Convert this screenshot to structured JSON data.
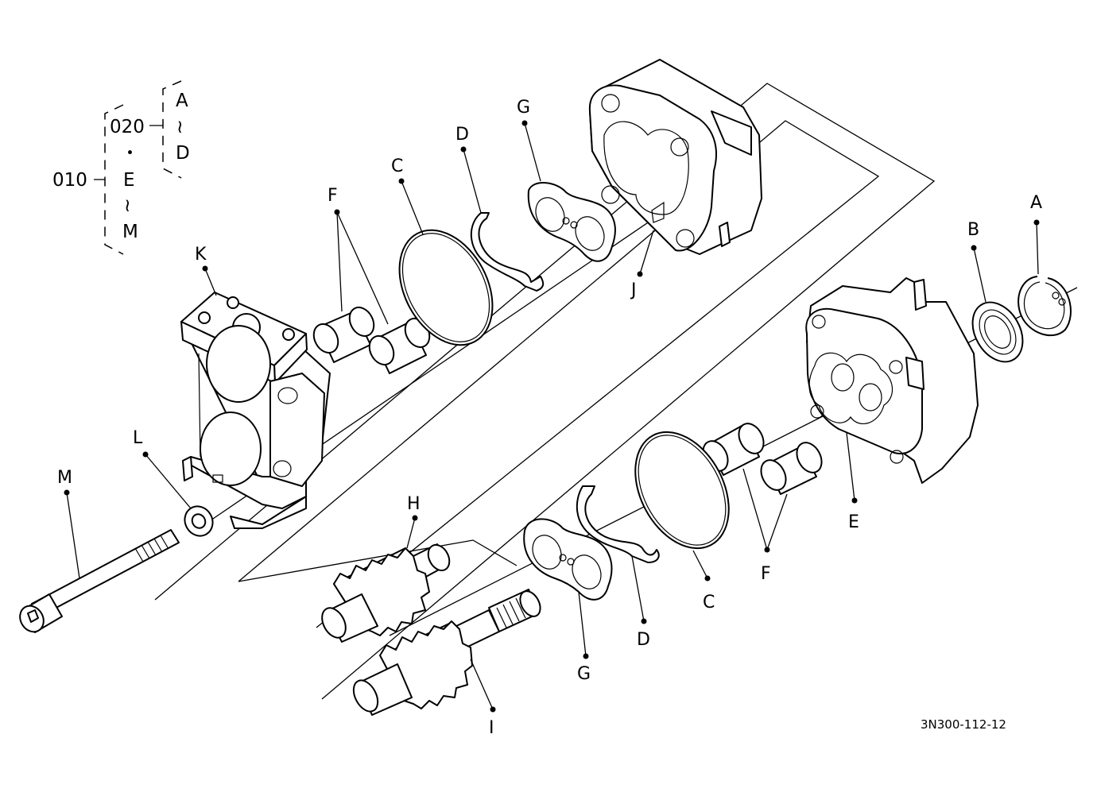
{
  "hierarchy": {
    "root": "010",
    "sub": "020",
    "dot": "・",
    "sub_range": [
      "A",
      "≀",
      "D"
    ],
    "root_range": [
      "E",
      "≀",
      "M"
    ]
  },
  "labels": {
    "A": "A",
    "B": "B",
    "C": "C",
    "D": "D",
    "E": "E",
    "F": "F",
    "G": "G",
    "H": "H",
    "I": "I",
    "J": "J",
    "K": "K",
    "L": "L",
    "M": "M"
  },
  "drawing_code": "3N300-112-12"
}
